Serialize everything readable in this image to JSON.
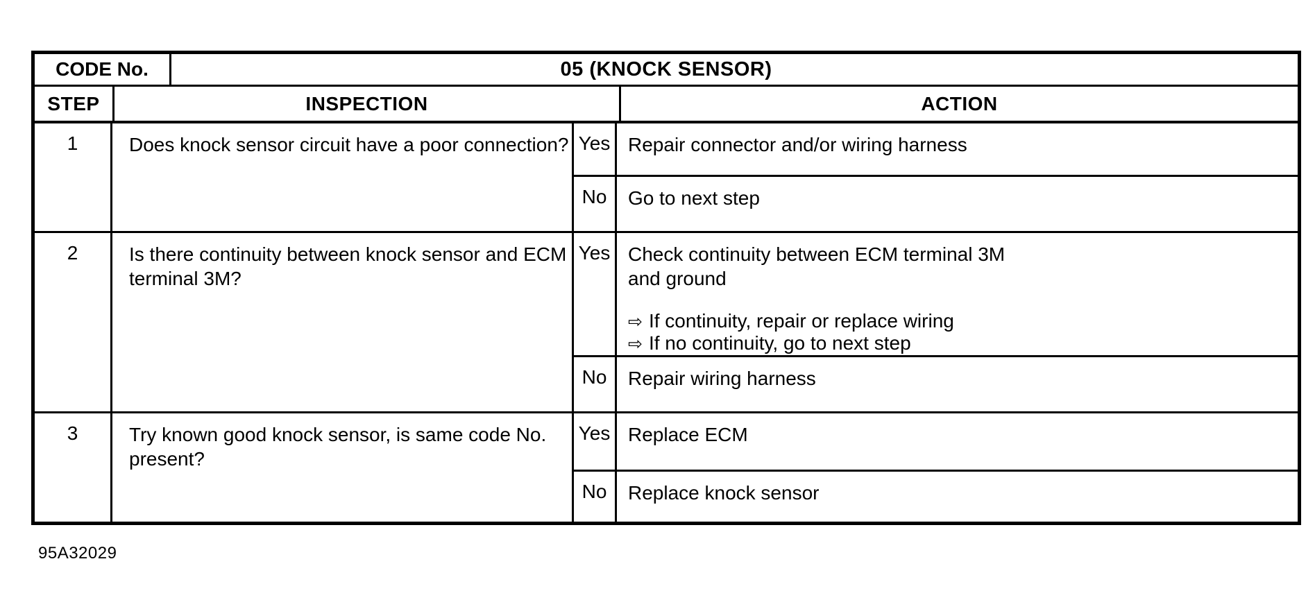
{
  "document": {
    "figure_code": "95A32029"
  },
  "table": {
    "code_header": {
      "label": "CODE No.",
      "value": "05 (KNOCK SENSOR)"
    },
    "column_headers": {
      "step": "STEP",
      "inspection": "INSPECTION",
      "action": "ACTION"
    },
    "arrow_icon": "⇨",
    "steps": [
      {
        "number": "1",
        "inspection_lines": [
          "Does knock sensor circuit have a poor connection?"
        ],
        "branches": [
          {
            "answer": "Yes",
            "action_lines": [
              "Repair connector and/or wiring harness"
            ]
          },
          {
            "answer": "No",
            "action_lines": [
              "Go to next step"
            ]
          }
        ]
      },
      {
        "number": "2",
        "inspection_lines": [
          "Is there continuity between knock sensor and ECM",
          "terminal 3M?"
        ],
        "branches": [
          {
            "answer": "Yes",
            "action_lines": [
              "Check continuity between ECM terminal 3M",
              "and ground"
            ],
            "conditional_actions": [
              "If continuity, repair or replace wiring",
              "If no continuity, go to next step"
            ]
          },
          {
            "answer": "No",
            "action_lines": [
              "Repair wiring harness"
            ]
          }
        ]
      },
      {
        "number": "3",
        "inspection_lines": [
          "Try known good knock sensor, is same code No.",
          "present?"
        ],
        "branches": [
          {
            "answer": "Yes",
            "action_lines": [
              "Replace ECM"
            ]
          },
          {
            "answer": "No",
            "action_lines": [
              "Replace knock sensor"
            ]
          }
        ]
      }
    ]
  }
}
